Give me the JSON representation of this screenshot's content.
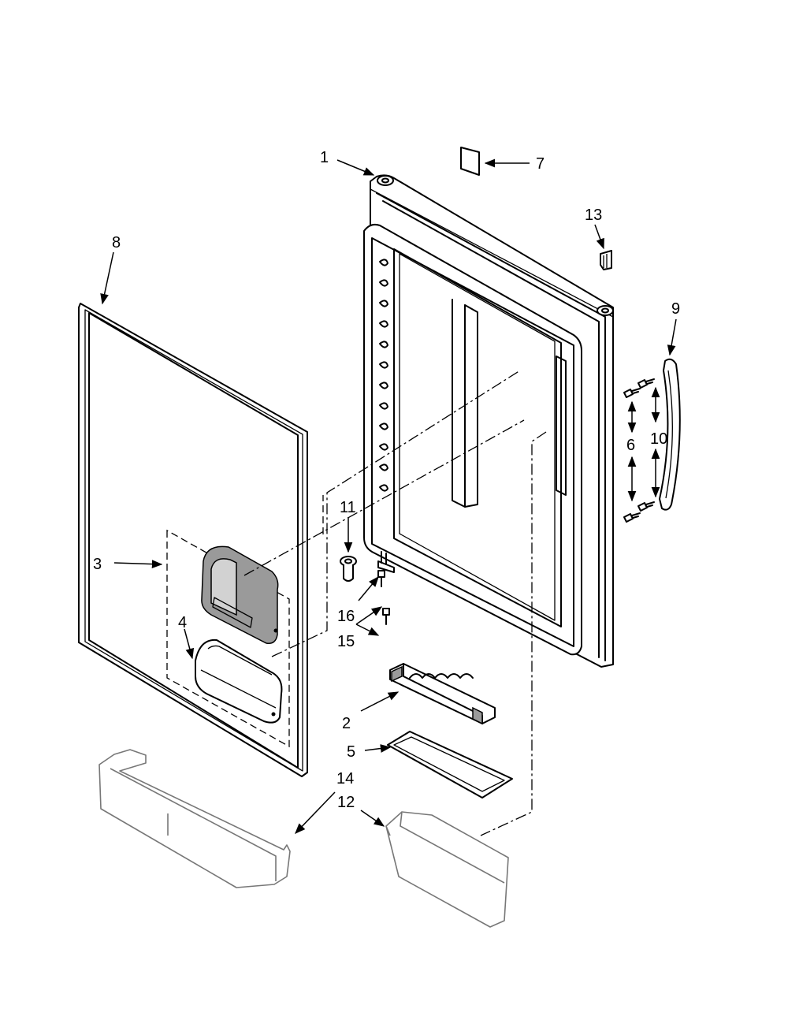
{
  "callouts": {
    "c1": "1",
    "c2": "2",
    "c3": "3",
    "c4": "4",
    "c5": "5",
    "c6": "6",
    "c7": "7",
    "c8": "8",
    "c9": "9",
    "c10": "10",
    "c11": "11",
    "c12": "12",
    "c13": "13",
    "c14": "14",
    "c15": "15",
    "c16": "16"
  },
  "colors": {
    "line": "#000000",
    "bin_outline": "#777777",
    "shading": "#9a9a9a",
    "background": "#ffffff"
  }
}
